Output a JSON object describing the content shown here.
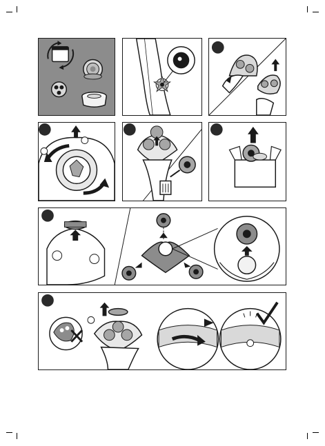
{
  "document": {
    "type": "instruction-illustrations",
    "colors": {
      "ink": "#1a1a1a",
      "gray_panel": "#8c8c8c",
      "light_gray": "#d9d9d9",
      "mid_gray": "#a6a6a6",
      "arrow": "#1a1a1a"
    },
    "panels": [
      {
        "id": "intro",
        "icons": [
          "calendar-cycle-icon",
          "shaving-head-icon",
          "holder-icon",
          "cleaning-brush-icon"
        ]
      },
      {
        "id": "shaver-light",
        "icons": [
          "shaver-icon",
          "replacement-light-icon"
        ]
      },
      {
        "id": "step-1",
        "icons": [
          "open-unit-icon",
          "arrow-up-icon"
        ]
      },
      {
        "id": "step-2",
        "icons": [
          "retaining-frame-icon",
          "rotate-arrows-icon"
        ]
      },
      {
        "id": "step-3",
        "icons": [
          "remove-heads-icon",
          "trash-icon"
        ]
      },
      {
        "id": "step-4",
        "icons": [
          "new-heads-box-icon",
          "arrow-up-icon"
        ]
      },
      {
        "id": "step-5",
        "icons": [
          "insert-heads-icon",
          "holder-detail-icon",
          "magnifier-icon"
        ]
      },
      {
        "id": "step-6",
        "icons": [
          "do-not-icon",
          "frame-reattach-icon",
          "lock-detail-icon",
          "checkmark-icon"
        ]
      }
    ]
  }
}
